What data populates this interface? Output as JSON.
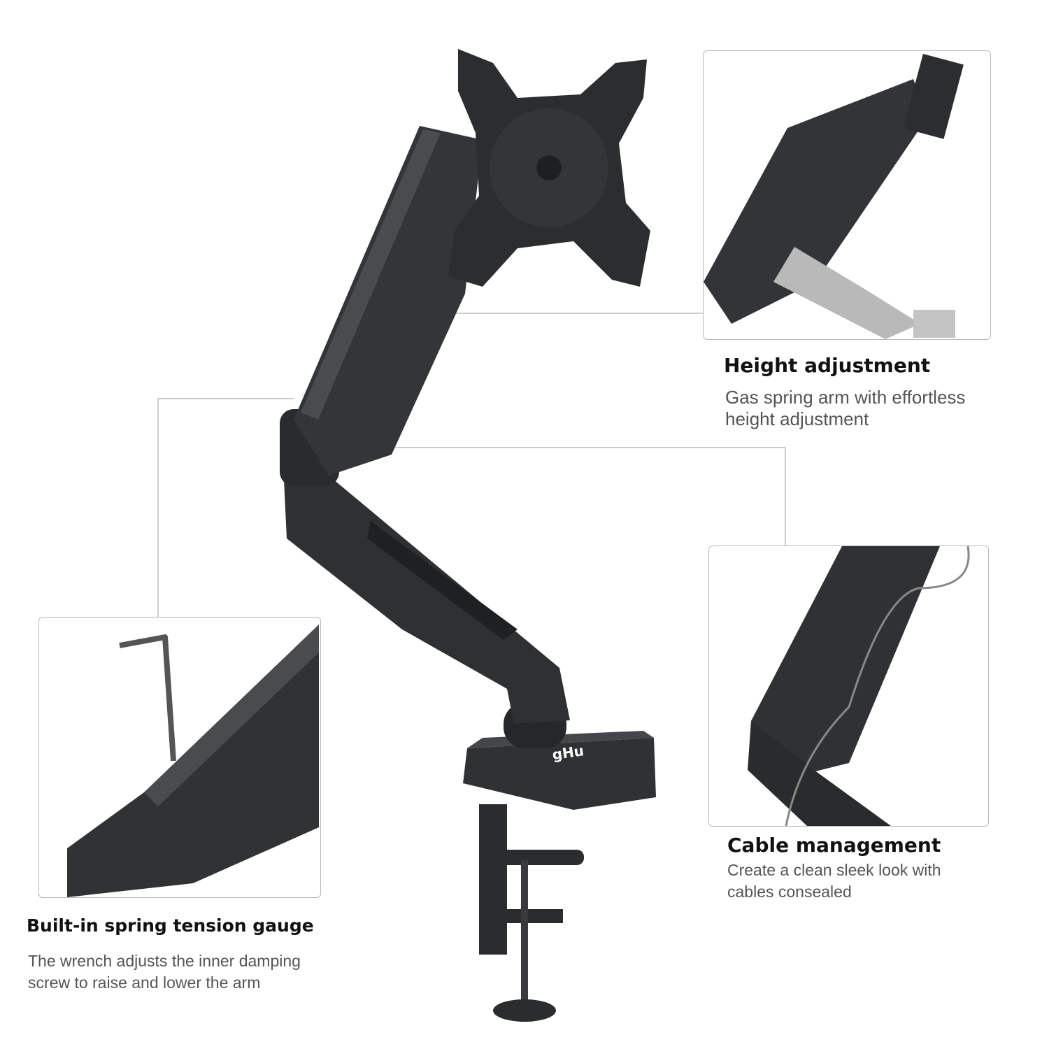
{
  "brand_logo": "gHu",
  "features": [
    {
      "title": "Height adjustment",
      "description_lines": [
        "Gas spring arm with effortless",
        "height adjustment"
      ]
    },
    {
      "title": "Cable management",
      "description_lines": [
        "Create a clean sleek look with",
        "cables consealed"
      ]
    },
    {
      "title": "Built-in spring tension gauge",
      "description_lines": [
        "The wrench adjusts the inner damping",
        "screw to raise and lower the arm"
      ]
    }
  ],
  "colors": {
    "arm": "#2e2f31",
    "arm_highlight": "#4a4b4e",
    "border": "#b8b8b8",
    "title": "#111111",
    "description": "#555555"
  }
}
